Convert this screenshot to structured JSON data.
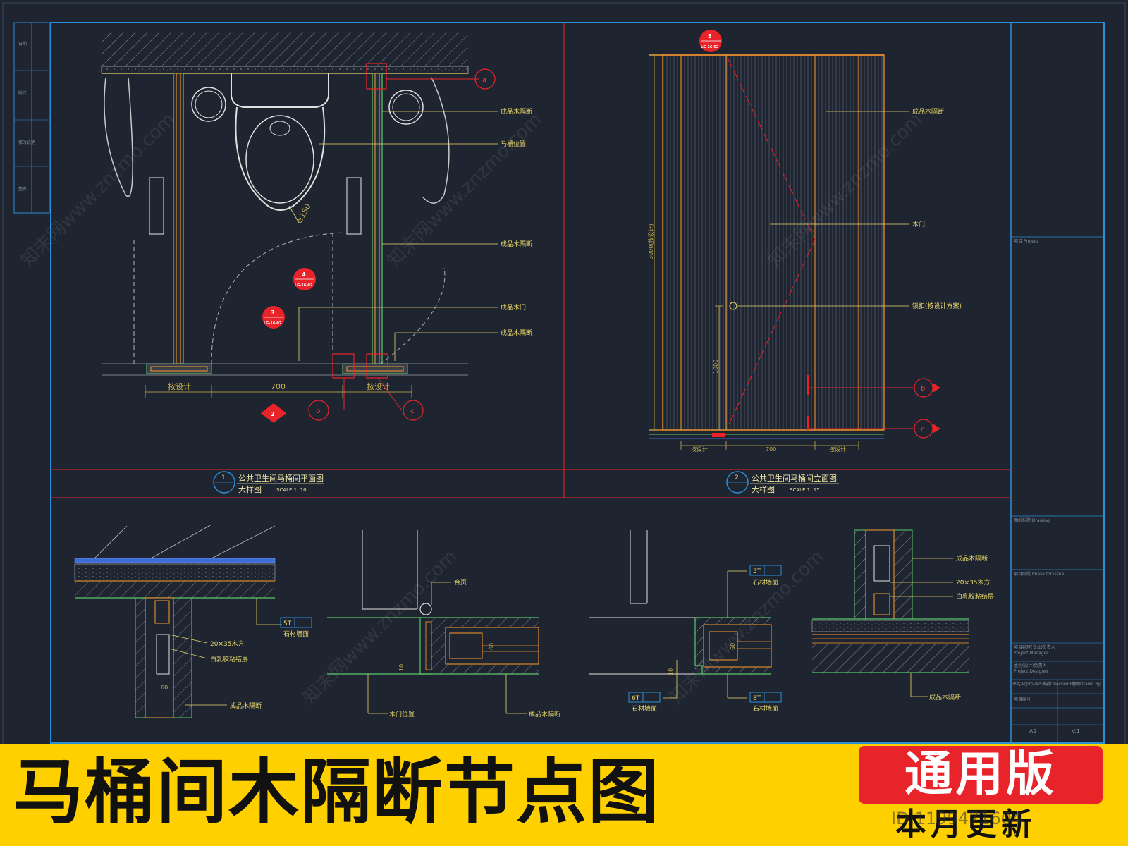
{
  "drawing": {
    "plan_labels": {
      "partition_a": "成品木隔断",
      "toilet_pos": "马桶位置",
      "partition_b": "成品木隔断",
      "wood_door": "成品木门",
      "partition_c": "成品木隔断",
      "dim_left": "按设计",
      "dim_mid": "700",
      "dim_right": "按设计",
      "dim_150": "≥150"
    },
    "elev_labels": {
      "partition": "成品木隔断",
      "door": "木门",
      "lock": "锁扣(按设计方案)",
      "height": "3000(按设计)",
      "h1000": "1000",
      "dim_left": "按设计",
      "dim_mid": "700",
      "dim_right": "按设计"
    },
    "view1": {
      "num": "1",
      "title": "公共卫生间马桶间平面图",
      "sub": "大样图",
      "scale": "SCALE  1: 10"
    },
    "view2": {
      "num": "2",
      "title": "公共卫生间马桶间立面图",
      "sub": "大样图",
      "scale": "SCALE  1: 15"
    },
    "detail_a": {
      "tag": "5T",
      "stone": "石材墙面",
      "wood": "20×35木方",
      "glue": "白乳胶粘结层",
      "panel": "成品木隔断",
      "dim": "60"
    },
    "detail_b": {
      "hinge": "合页",
      "door_pos": "木门位置",
      "panel": "成品木隔断",
      "dim60": "60",
      "dim10": "10"
    },
    "detail_c": {
      "tag_top": "5T",
      "stone_top": "石材墙面",
      "tag_left": "6T",
      "stone_left": "石材墙面",
      "tag_right": "8T",
      "stone_right": "石材墙面",
      "dim60": "60",
      "dim10": "10"
    },
    "detail_d": {
      "panel": "成品木隔断",
      "wood": "20×35木方",
      "glue": "白乳胶粘结层",
      "panel2": "成品木隔断"
    },
    "section_tags": {
      "s5": "5",
      "s4": "4",
      "s3": "3",
      "s2": "2",
      "sheet": "LG-16-02"
    },
    "circle_tags": {
      "a": "a",
      "b": "b",
      "c": "c"
    },
    "titleblock": {
      "project": "项目 Project",
      "drawing_title": "图纸标题 Drawing",
      "phase": "项目阶段 Phase for issue",
      "pm": "项目经理(专业)负责人",
      "pm_en": "Project Manager",
      "designer": "主创(设计)负责人",
      "designer_en": "Project Designer",
      "approved": "审定Approved By",
      "checked": "校对Checked By",
      "drawn": "制图Drawn By",
      "number": "项目编号",
      "size": "A2",
      "version": "V.1"
    },
    "left_strip": [
      "日期",
      "版次",
      "修改说明",
      "签名"
    ],
    "watermark": "知末网www.znzmo.com"
  },
  "banner": {
    "title": "马桶间木隔断节点图",
    "badge": "通用版",
    "sub": "本月更新",
    "id": "ID:1199471604"
  },
  "colors": {
    "background": "#1f2530",
    "frame": "#2a8fd6",
    "wall": "#e8d66a",
    "partition": "#ff9a2e",
    "section_red": "#e8232a",
    "banner": "#ffd000"
  }
}
